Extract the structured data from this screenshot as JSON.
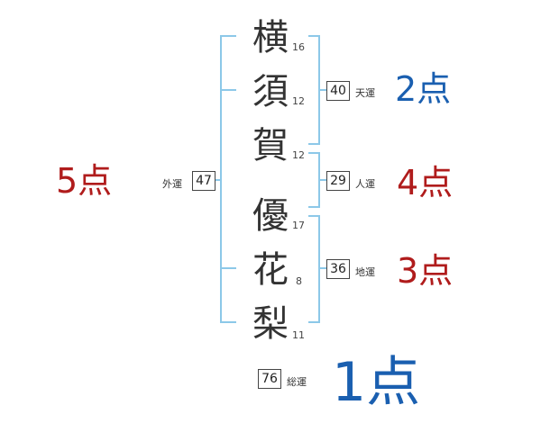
{
  "name_chars": [
    {
      "char": "横",
      "strokes": "16"
    },
    {
      "char": "須",
      "strokes": "12"
    },
    {
      "char": "賀",
      "strokes": "12"
    },
    {
      "char": "優",
      "strokes": "17"
    },
    {
      "char": "花",
      "strokes": "8"
    },
    {
      "char": "梨",
      "strokes": "11"
    }
  ],
  "fortunes": {
    "tenun": {
      "value": "40",
      "label": "天運",
      "score": "2点"
    },
    "jinun": {
      "value": "29",
      "label": "人運",
      "score": "4点"
    },
    "chiun": {
      "value": "36",
      "label": "地運",
      "score": "3点"
    },
    "gaiun": {
      "value": "47",
      "label": "外運",
      "score": "5点"
    },
    "souun": {
      "value": "76",
      "label": "総運",
      "score": "1点"
    }
  },
  "colors": {
    "bracket": "#8cc8e8",
    "score_blue": "#1a5fb0",
    "score_red": "#b01c1c"
  }
}
